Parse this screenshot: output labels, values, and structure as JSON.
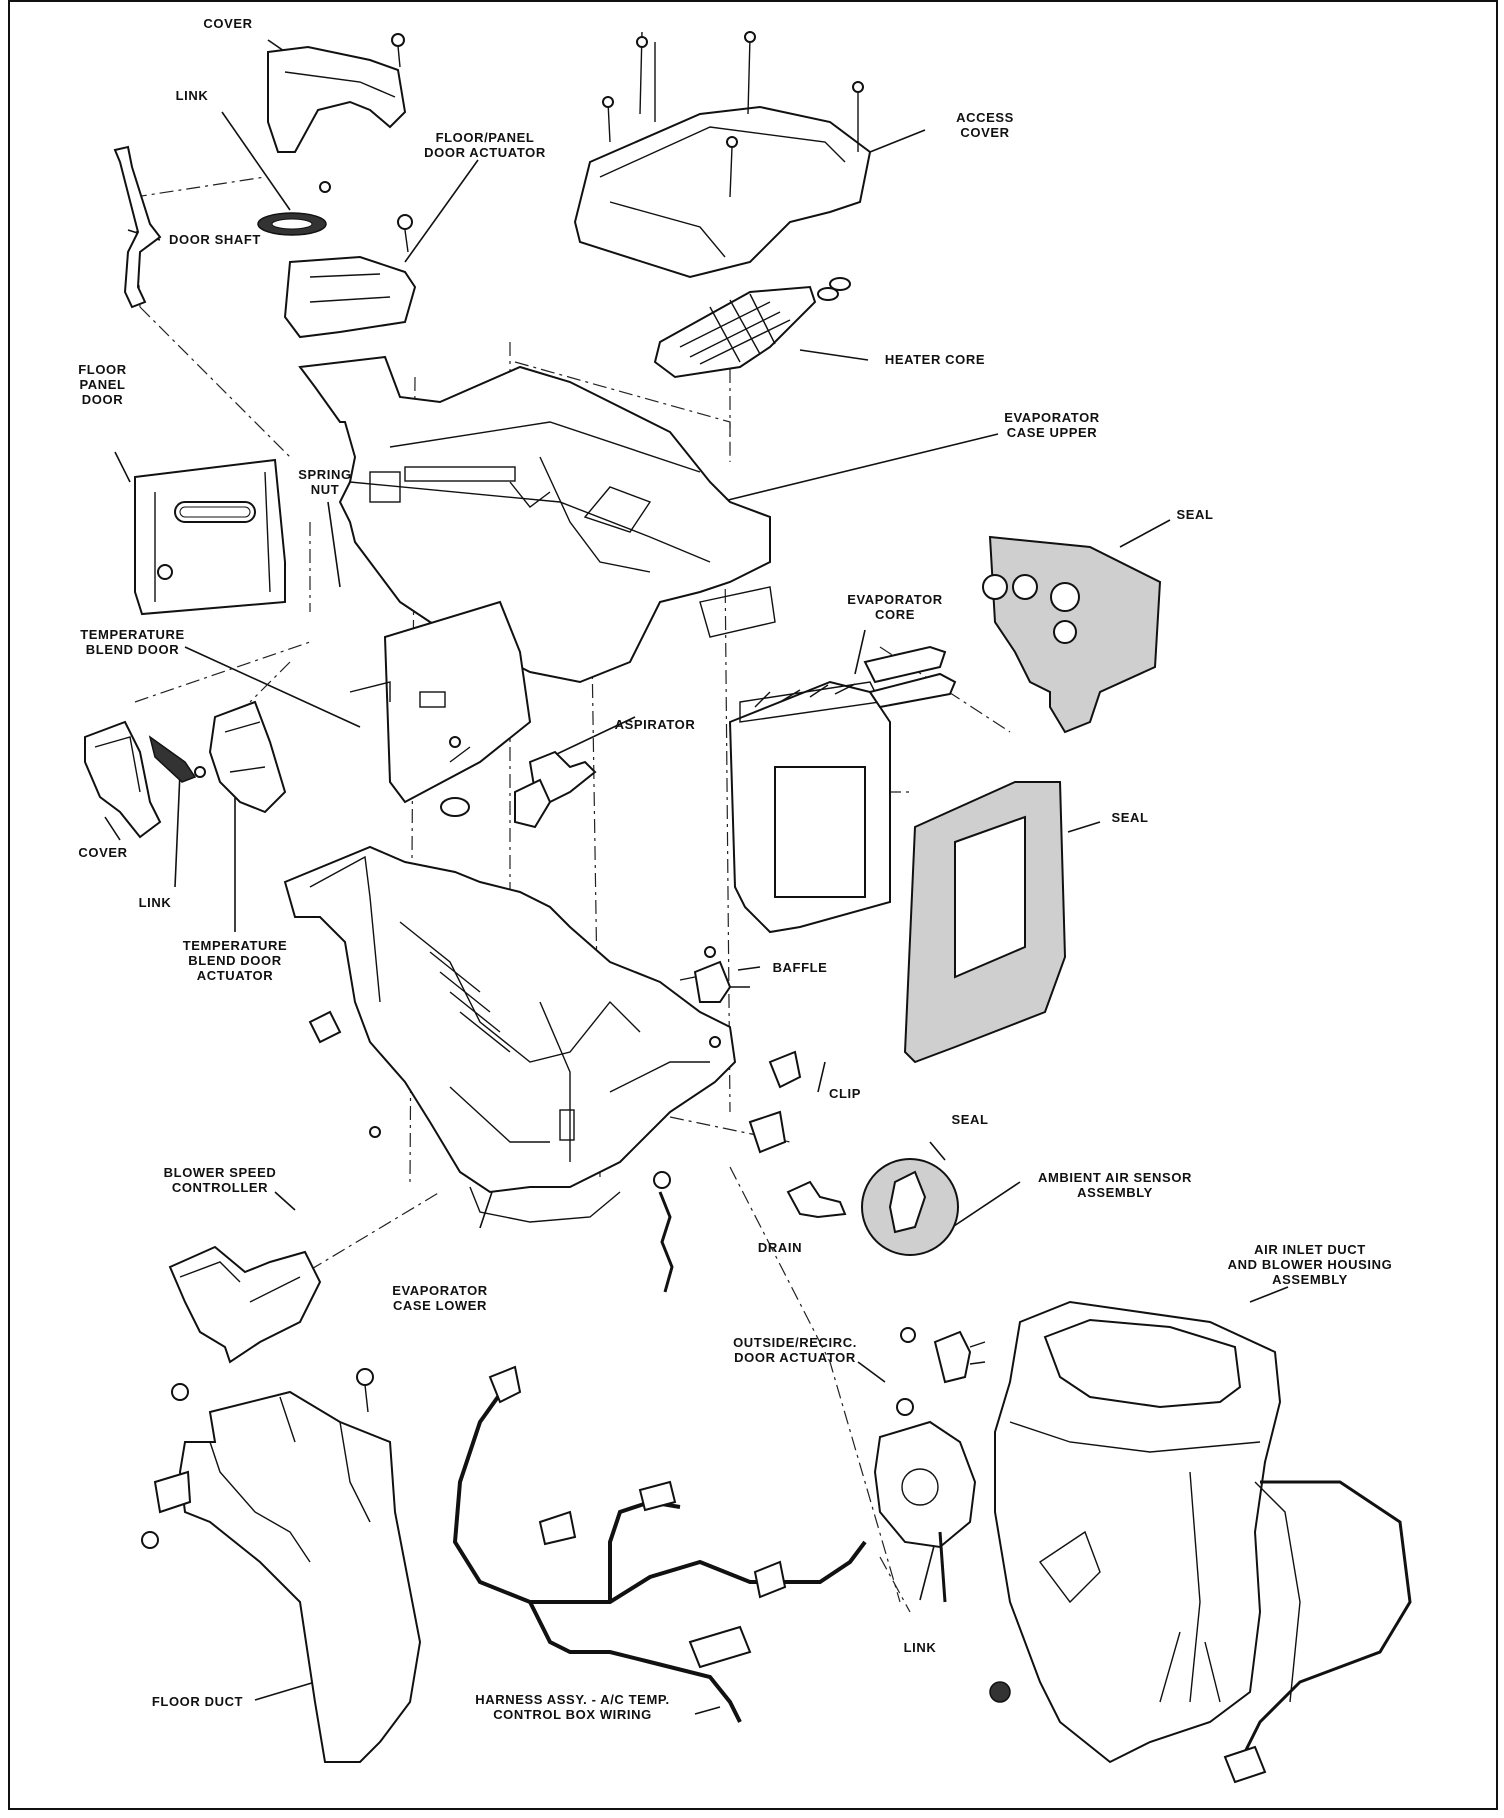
{
  "labels": {
    "cover_top": "COVER",
    "link_top": "LINK",
    "floor_panel_door_actuator": "FLOOR/PANEL\nDOOR ACTUATOR",
    "door_shaft": "DOOR SHAFT",
    "access_cover": "ACCESS\nCOVER",
    "heater_core": "HEATER CORE",
    "floor_panel_door": "FLOOR\nPANEL\nDOOR",
    "spring_nut": "SPRING\nNUT",
    "evaporator_case_upper": "EVAPORATOR\nCASE UPPER",
    "seal_top": "SEAL",
    "evaporator_core": "EVAPORATOR\nCORE",
    "temperature_blend_door": "TEMPERATURE\nBLEND DOOR",
    "aspirator": "ASPIRATOR",
    "cover_left": "COVER",
    "link_left": "LINK",
    "seal_mid": "SEAL",
    "temperature_blend_door_actuator": "TEMPERATURE\nBLEND DOOR\nACTUATOR",
    "baffle": "BAFFLE",
    "clip": "CLIP",
    "seal_drain": "SEAL",
    "blower_speed_controller": "BLOWER SPEED\nCONTROLLER",
    "ambient_air_sensor_assembly": "AMBIENT AIR SENSOR\nASSEMBLY",
    "drain": "DRAIN",
    "air_inlet_duct": "AIR INLET DUCT\nAND BLOWER HOUSING\nASSEMBLY",
    "evaporator_case_lower": "EVAPORATOR\nCASE LOWER",
    "outside_recirc_door_actuator": "OUTSIDE/RECIRC.\nDOOR ACTUATOR",
    "link_bottom": "LINK",
    "floor_duct": "FLOOR DUCT",
    "harness_assy": "HARNESS ASSY. - A/C TEMP.\nCONTROL BOX WIRING"
  }
}
